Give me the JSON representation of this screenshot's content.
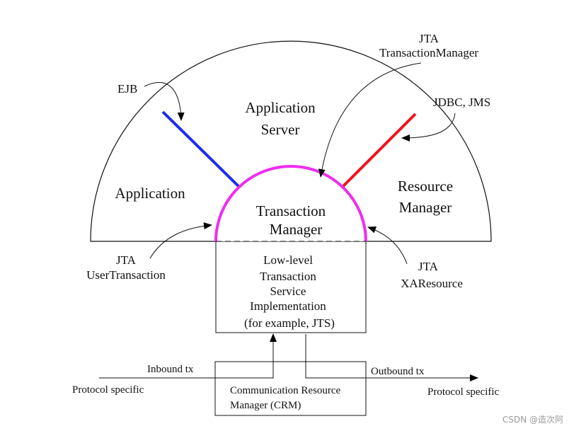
{
  "diagram": {
    "title": "Java Transaction architecture",
    "regions": {
      "application": "Application",
      "app_server_line1": "Application",
      "app_server_line2": "Server",
      "resource_manager_line1": "Resource",
      "resource_manager_line2": "Manager",
      "transaction_manager_line1": "Transaction",
      "transaction_manager_line2": "Manager"
    },
    "low_level_box": {
      "lines": [
        "Low-level",
        "Transaction",
        "Service",
        "Implementation",
        "(for example, JTS)"
      ]
    },
    "crm_box": {
      "lines": [
        "Communication Resource",
        "Manager (CRM)"
      ]
    },
    "interfaces": {
      "ejb": "EJB",
      "jta_tm_line1": "JTA",
      "jta_tm_line2": "TransactionManager",
      "jdbc_jms": "JDBC, JMS",
      "jta_ut_line1": "JTA",
      "jta_ut_line2": "UserTransaction",
      "jta_xa_line1": "JTA",
      "jta_xa_line2": "XAResource"
    },
    "flows": {
      "inbound": "Inbound tx",
      "outbound": "Outbound tx",
      "protocol_left": "Protocol specific",
      "protocol_right": "Protocol specific"
    },
    "colors": {
      "ejb_line": "#1a2cf0",
      "jdbc_line": "#f0141e",
      "tm_arc": "#f02cf0"
    }
  },
  "watermark": "CSDN @造次阿"
}
